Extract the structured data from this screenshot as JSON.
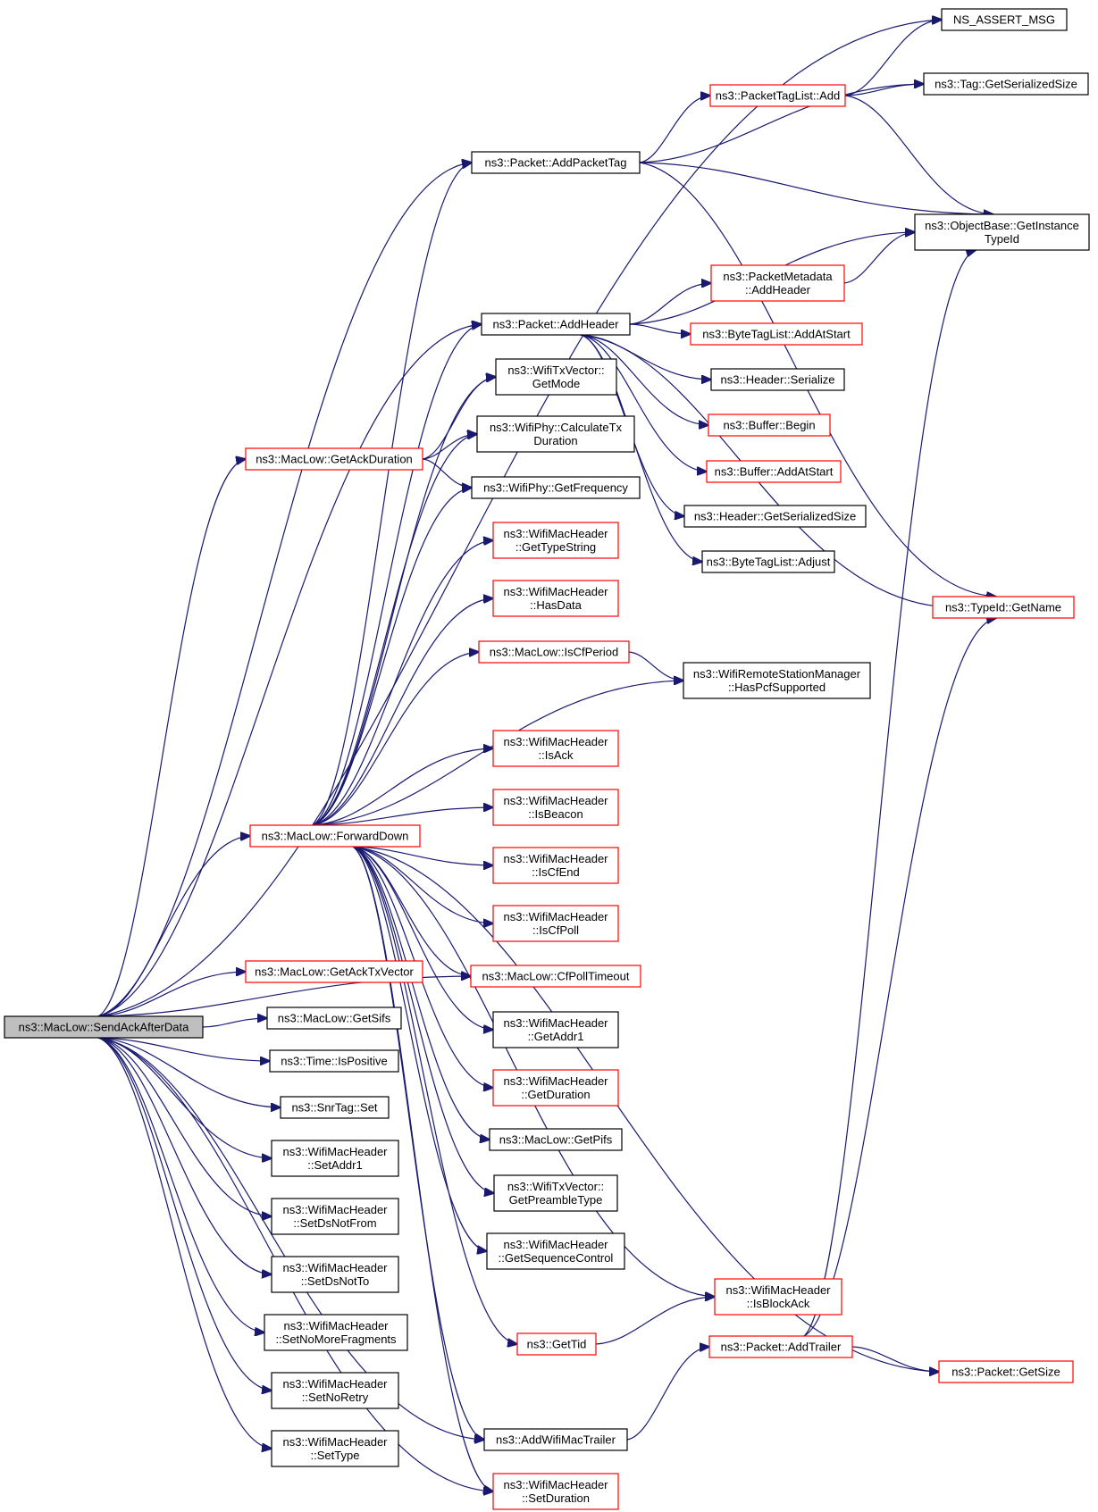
{
  "colors": {
    "edge": "#191970",
    "red_border": "#ff0000",
    "black_border": "#000000",
    "root_fill": "#bfbfbf",
    "background": "#ffffff"
  },
  "nodes": [
    {
      "id": "root",
      "lines": [
        "ns3::MacLow::SendAckAfterData"
      ],
      "style": "gray"
    },
    {
      "id": "assert",
      "lines": [
        "NS_ASSERT_MSG"
      ],
      "style": "black"
    },
    {
      "id": "tagser",
      "lines": [
        "ns3::Tag::GetSerializedSize"
      ],
      "style": "black"
    },
    {
      "id": "ptl_add",
      "lines": [
        "ns3::PacketTagList::Add"
      ],
      "style": "red"
    },
    {
      "id": "addtag",
      "lines": [
        "ns3::Packet::AddPacketTag"
      ],
      "style": "black"
    },
    {
      "id": "objbase",
      "lines": [
        "ns3::ObjectBase::GetInstance",
        "TypeId"
      ],
      "style": "black"
    },
    {
      "id": "pmeta",
      "lines": [
        "ns3::PacketMetadata",
        "::AddHeader"
      ],
      "style": "red"
    },
    {
      "id": "addhdr",
      "lines": [
        "ns3::Packet::AddHeader"
      ],
      "style": "black"
    },
    {
      "id": "btl_aas",
      "lines": [
        "ns3::ByteTagList::AddAtStart"
      ],
      "style": "red"
    },
    {
      "id": "txv_mode",
      "lines": [
        "ns3::WifiTxVector::",
        "GetMode"
      ],
      "style": "black"
    },
    {
      "id": "hdr_ser",
      "lines": [
        "ns3::Header::Serialize"
      ],
      "style": "black"
    },
    {
      "id": "phy_calc",
      "lines": [
        "ns3::WifiPhy::CalculateTx",
        "Duration"
      ],
      "style": "black"
    },
    {
      "id": "buf_begin",
      "lines": [
        "ns3::Buffer::Begin"
      ],
      "style": "red"
    },
    {
      "id": "getackdur",
      "lines": [
        "ns3::MacLow::GetAckDuration"
      ],
      "style": "red"
    },
    {
      "id": "buf_aas",
      "lines": [
        "ns3::Buffer::AddAtStart"
      ],
      "style": "red"
    },
    {
      "id": "phy_freq",
      "lines": [
        "ns3::WifiPhy::GetFrequency"
      ],
      "style": "black"
    },
    {
      "id": "hdr_gss",
      "lines": [
        "ns3::Header::GetSerializedSize"
      ],
      "style": "black"
    },
    {
      "id": "typestr",
      "lines": [
        "ns3::WifiMacHeader",
        "::GetTypeString"
      ],
      "style": "red"
    },
    {
      "id": "btl_adj",
      "lines": [
        "ns3::ByteTagList::Adjust"
      ],
      "style": "black"
    },
    {
      "id": "typeid_name",
      "lines": [
        "ns3::TypeId::GetName"
      ],
      "style": "red"
    },
    {
      "id": "hasdata",
      "lines": [
        "ns3::WifiMacHeader",
        "::HasData"
      ],
      "style": "red"
    },
    {
      "id": "iscfper",
      "lines": [
        "ns3::MacLow::IsCfPeriod"
      ],
      "style": "red"
    },
    {
      "id": "rsm_pcf",
      "lines": [
        "ns3::WifiRemoteStationManager",
        "::HasPcfSupported"
      ],
      "style": "black"
    },
    {
      "id": "isack",
      "lines": [
        "ns3::WifiMacHeader",
        "::IsAck"
      ],
      "style": "red"
    },
    {
      "id": "isbeacon",
      "lines": [
        "ns3::WifiMacHeader",
        "::IsBeacon"
      ],
      "style": "red"
    },
    {
      "id": "fwddown",
      "lines": [
        "ns3::MacLow::ForwardDown"
      ],
      "style": "red"
    },
    {
      "id": "iscfend",
      "lines": [
        "ns3::WifiMacHeader",
        "::IsCfEnd"
      ],
      "style": "red"
    },
    {
      "id": "iscfpoll",
      "lines": [
        "ns3::WifiMacHeader",
        "::IsCfPoll"
      ],
      "style": "red"
    },
    {
      "id": "getacktxv",
      "lines": [
        "ns3::MacLow::GetAckTxVector"
      ],
      "style": "red"
    },
    {
      "id": "cfpoll_to",
      "lines": [
        "ns3::MacLow::CfPollTimeout"
      ],
      "style": "red"
    },
    {
      "id": "getsifs",
      "lines": [
        "ns3::MacLow::GetSifs"
      ],
      "style": "black"
    },
    {
      "id": "getaddr1",
      "lines": [
        "ns3::WifiMacHeader",
        "::GetAddr1"
      ],
      "style": "black"
    },
    {
      "id": "ispos",
      "lines": [
        "ns3::Time::IsPositive"
      ],
      "style": "black"
    },
    {
      "id": "getdur",
      "lines": [
        "ns3::WifiMacHeader",
        "::GetDuration"
      ],
      "style": "red"
    },
    {
      "id": "snrset",
      "lines": [
        "ns3::SnrTag::Set"
      ],
      "style": "black"
    },
    {
      "id": "getpifs",
      "lines": [
        "ns3::MacLow::GetPifs"
      ],
      "style": "black"
    },
    {
      "id": "setaddr1",
      "lines": [
        "ns3::WifiMacHeader",
        "::SetAddr1"
      ],
      "style": "black"
    },
    {
      "id": "preamble",
      "lines": [
        "ns3::WifiTxVector::",
        "GetPreambleType"
      ],
      "style": "black"
    },
    {
      "id": "setdsnf",
      "lines": [
        "ns3::WifiMacHeader",
        "::SetDsNotFrom"
      ],
      "style": "black"
    },
    {
      "id": "seqctl",
      "lines": [
        "ns3::WifiMacHeader",
        "::GetSequenceControl"
      ],
      "style": "black"
    },
    {
      "id": "setdsnt",
      "lines": [
        "ns3::WifiMacHeader",
        "::SetDsNotTo"
      ],
      "style": "black"
    },
    {
      "id": "isblockack",
      "lines": [
        "ns3::WifiMacHeader",
        "::IsBlockAck"
      ],
      "style": "red"
    },
    {
      "id": "setnmf",
      "lines": [
        "ns3::WifiMacHeader",
        "::SetNoMoreFragments"
      ],
      "style": "black"
    },
    {
      "id": "gettid",
      "lines": [
        "ns3::GetTid"
      ],
      "style": "red"
    },
    {
      "id": "addtrailer",
      "lines": [
        "ns3::Packet::AddTrailer"
      ],
      "style": "red"
    },
    {
      "id": "getsize",
      "lines": [
        "ns3::Packet::GetSize"
      ],
      "style": "red"
    },
    {
      "id": "setnoretry",
      "lines": [
        "ns3::WifiMacHeader",
        "::SetNoRetry"
      ],
      "style": "black"
    },
    {
      "id": "addwmt",
      "lines": [
        "ns3::AddWifiMacTrailer"
      ],
      "style": "black"
    },
    {
      "id": "settype",
      "lines": [
        "ns3::WifiMacHeader",
        "::SetType"
      ],
      "style": "black"
    },
    {
      "id": "setdur",
      "lines": [
        "ns3::WifiMacHeader",
        "::SetDuration"
      ],
      "style": "red"
    }
  ]
}
